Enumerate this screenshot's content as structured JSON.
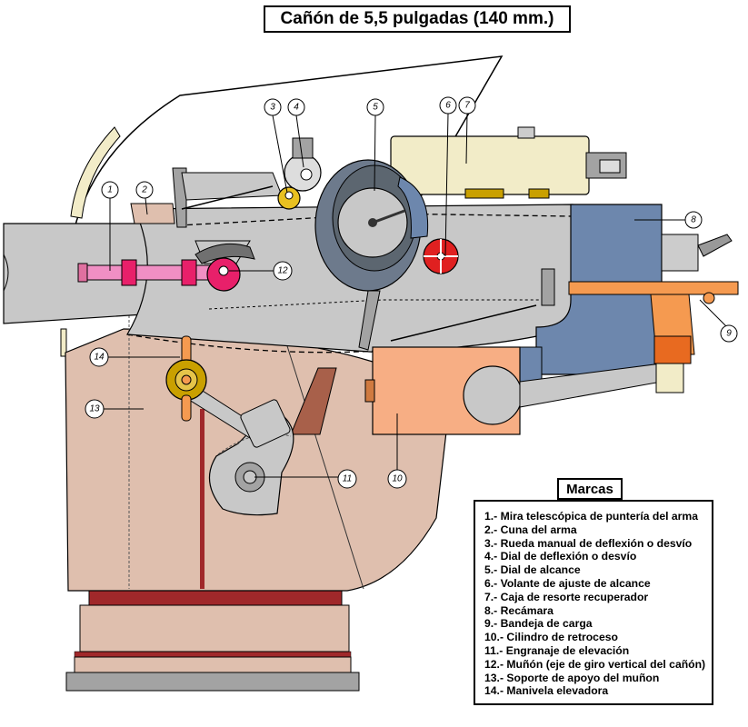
{
  "title": "Cañón de 5,5 pulgadas (140 mm.)",
  "legend": {
    "heading": "Marcas",
    "items": [
      "1.- Mira telescópica de puntería del arma",
      "2.- Cuna del arma",
      "3.- Rueda manual de deflexión o desvío",
      "4.- Dial de deflexión o desvío",
      "5.- Dial de alcance",
      "6.- Volante de ajuste de alcance",
      "7.- Caja de resorte recuperador",
      "8.- Recámara",
      "9.- Bandeja de carga",
      "10.- Cilindro de retroceso",
      "11.- Engranaje de elevación",
      "12.- Muñón (eje de giro vertical del cañón)",
      "13.- Soporte de apoyo del muñon",
      "14.- Manivela elevadora"
    ]
  },
  "callouts": [
    "1",
    "2",
    "3",
    "4",
    "5",
    "6",
    "7",
    "8",
    "9",
    "10",
    "11",
    "12",
    "13",
    "14"
  ],
  "colors": {
    "barrel": "#c8c8c8",
    "mount": "#dfbfae",
    "breech": "#6d87ad",
    "spring_box": "#f2ecc8",
    "recoil_cylinder": "#f7ae84",
    "sight": "#f08fc4",
    "trunnion": "#e8206a",
    "elevating_handwheel": "#c9a000",
    "range_handwheel": "#e02020",
    "loading_tray": "#f59a50"
  }
}
